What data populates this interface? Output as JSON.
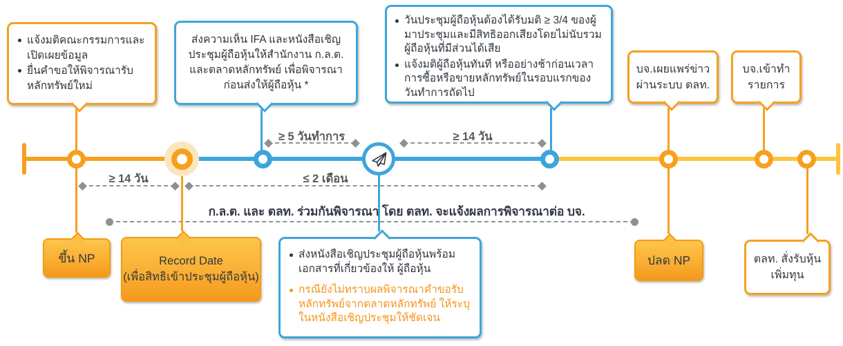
{
  "colors": {
    "orange": "#F6A01E",
    "yellow": "#FFC43E",
    "blue": "#3DA5DC",
    "gray": "#8E9093",
    "highlight_orange": "#F7941D",
    "halo": "#FBE7BD"
  },
  "top_callouts": {
    "board_resolution": {
      "bullets": [
        "แจ้งมติคณะกรรมการและเปิดเผยข้อมูล",
        "ยื่นคำขอให้พิจารณารับหลักทรัพย์ใหม่"
      ]
    },
    "ifa_opinion": {
      "text": "ส่งความเห็น IFA และหนังสือเชิญประชุมผู้ถือหุ้นให้สำนักงาน ก.ล.ต. และตลาดหลักทรัพย์ เพื่อพิจารณาก่อนส่งให้ผู้ถือหุ้น *"
    },
    "meeting_resolution": {
      "bullets": [
        "วันประชุมผู้ถือหุ้นต้องได้รับมติ ≥ 3/4 ของผู้มาประชุมและมีสิทธิออกเสียงโดยไม่นับรวมผู้ถือหุ้นที่มีส่วนได้เสีย",
        "แจ้งมติผู้ถือหุ้นทันที หรืออย่างช้าก่อนเวลาการซื้อหรือขายหลักทรัพย์ในรอบแรกของวันทำการถัดไป"
      ]
    },
    "news_release": {
      "text": "บจ.เผยแพร่ข่าวผ่านระบบ ตลท."
    },
    "enter_transaction": {
      "text": "บจ.เข้าทำรายการ"
    }
  },
  "bottom_callouts": {
    "np_on": {
      "text": "ขึ้น NP"
    },
    "record_date": {
      "title": "Record Date",
      "subtitle": "(เพื่อสิทธิเข้าประชุมผู้ถือหุ้น)"
    },
    "meeting_notice": {
      "bullet_1": "ส่งหนังสือเชิญประชุมผู้ถือหุ้นพร้อมเอกสารที่เกี่ยวข้องให้ ผู้ถือหุ้น",
      "bullet_2": "กรณียังไม่ทราบผลพิจารณาคำขอรับหลักทรัพย์จากตลาดหลักทรัพย์ ให้ระบุในหนังสือเชิญประชุมให้ชัดเจน"
    },
    "np_off": {
      "text": "ปลด NP"
    },
    "set_order": {
      "text": "ตลท. สั่งรับหุ้นเพิ่มทุน"
    }
  },
  "measurements": {
    "m1": "≥ 14 วัน",
    "m2": "≥ 5 วันทำการ",
    "m3": "≥ 14 วัน",
    "m4": "≤ 2 เดือน"
  },
  "review_note": "ก.ล.ต. และ ตลท. ร่วมกันพิจารณา โดย ตลท. จะแจ้งผลการพิจารณาต่อ บจ.",
  "icons": {
    "timeline_center": "paper-plane-icon"
  }
}
